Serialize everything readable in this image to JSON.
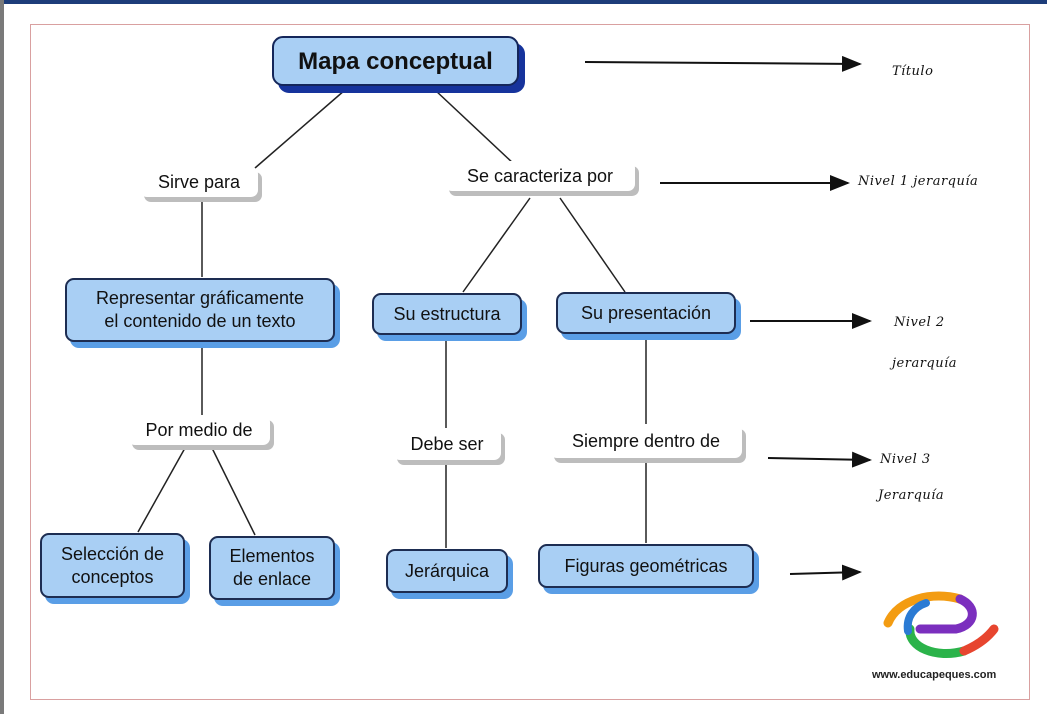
{
  "diagram": {
    "title": "Mapa conceptual",
    "level1": {
      "left_link": "Sirve para",
      "right_link": "Se caracteriza por"
    },
    "left_branch": {
      "concept": "Representar gráficamente\nel contenido de un texto",
      "link": "Por medio de",
      "children": [
        "Selección de\nconceptos",
        "Elementos\nde enlace"
      ]
    },
    "middle_branch": {
      "concept": "Su estructura",
      "link": "Debe ser",
      "child": "Jerárquica"
    },
    "right_branch": {
      "concept": "Su presentación",
      "link": "Siempre dentro de",
      "child": "Figuras geométricas"
    }
  },
  "annotations": {
    "title_note": "Título",
    "level1_note": "Nivel 1 jerarquía",
    "level2_note_line1": "Nivel 2",
    "level2_note_line2": "jerarquía",
    "level3_note_line1": "Nivel 3",
    "level3_note_line2": "Jerarquía"
  },
  "logo": {
    "text": "www.educapeques.com"
  },
  "colors": {
    "concept_fill": "#a9cff4",
    "concept_border": "#1d2d52",
    "concept_shadow": "#5a9ee6",
    "title_shadow": "#16339c",
    "link_shadow": "#bdbdbd",
    "frame": "#d9a0a0"
  }
}
